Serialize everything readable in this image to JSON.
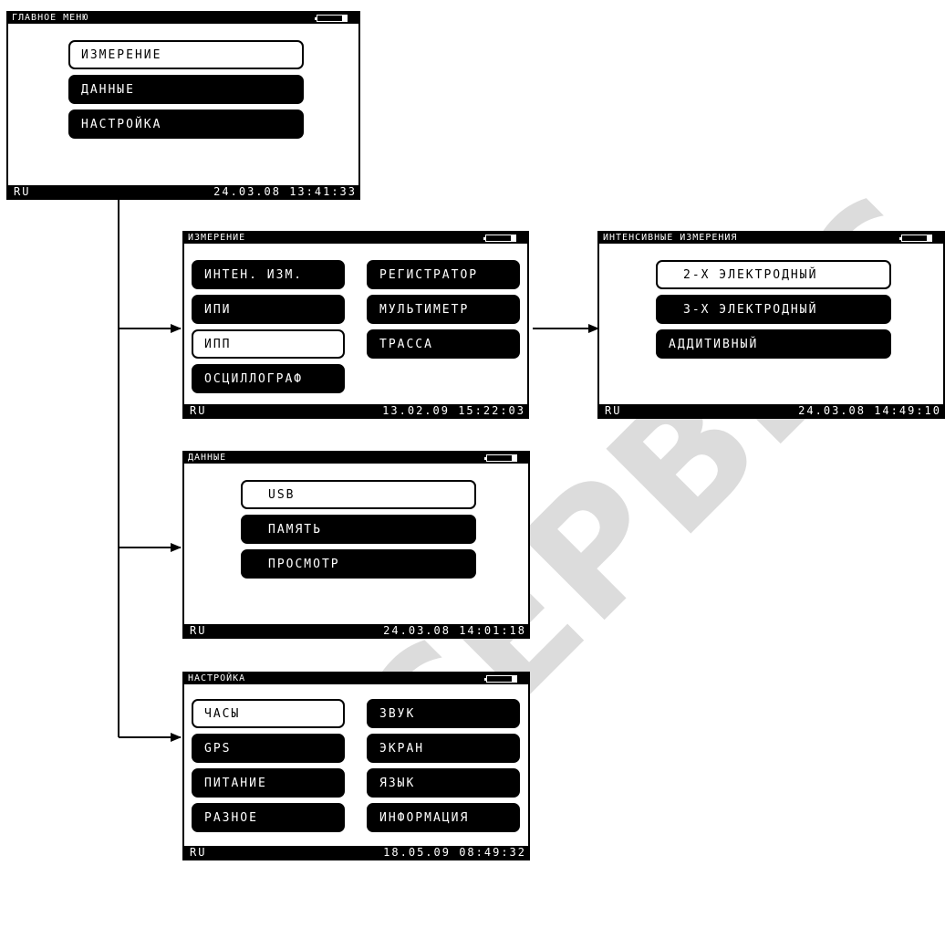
{
  "watermark": "СЕРВИС",
  "screens": {
    "main": {
      "title": "ГЛАВНОЕ МЕНЮ",
      "battery_level": 0.85,
      "items": [
        "ИЗМЕРЕНИЕ",
        "ДАННЫЕ",
        "НАСТРОЙКА"
      ],
      "selected": 0,
      "lang": "RU",
      "datetime": "24.03.08 13:41:33"
    },
    "measure": {
      "title": "ИЗМЕРЕНИЕ",
      "battery_level": 0.85,
      "left_items": [
        "ИНТЕН. ИЗМ.",
        "ИПИ",
        "ИПП",
        "ОСЦИЛЛОГРАФ"
      ],
      "right_items": [
        "РЕГИСТРАТОР",
        "МУЛЬТИМЕТР",
        "ТРАССА"
      ],
      "selected": "ИПП",
      "lang": "RU",
      "datetime": "13.02.09 15:22:03"
    },
    "intensive": {
      "title": "ИНТЕНСИВНЫЕ ИЗМЕРЕНИЯ",
      "battery_level": 0.85,
      "items": [
        "2-Х ЭЛЕКТРОДНЫЙ",
        "3-Х ЭЛЕКТРОДНЫЙ",
        "АДДИТИВНЫЙ"
      ],
      "selected": 0,
      "lang": "RU",
      "datetime": "24.03.08 14:49:10"
    },
    "data": {
      "title": "ДАННЫЕ",
      "battery_level": 0.85,
      "items": [
        "USB",
        "ПАМЯТЬ",
        "ПРОСМОТР"
      ],
      "selected": 0,
      "lang": "RU",
      "datetime": "24.03.08 14:01:18"
    },
    "settings": {
      "title": "НАСТРОЙКА",
      "battery_level": 0.85,
      "left_items": [
        "ЧАСЫ",
        "GPS",
        "ПИТАНИЕ",
        "РАЗНОЕ"
      ],
      "right_items": [
        "ЗВУК",
        "ЭКРАН",
        "ЯЗЫК",
        "ИНФОРМАЦИЯ"
      ],
      "selected": "ЧАСЫ",
      "lang": "RU",
      "datetime": "18.05.09 08:49:32"
    }
  }
}
